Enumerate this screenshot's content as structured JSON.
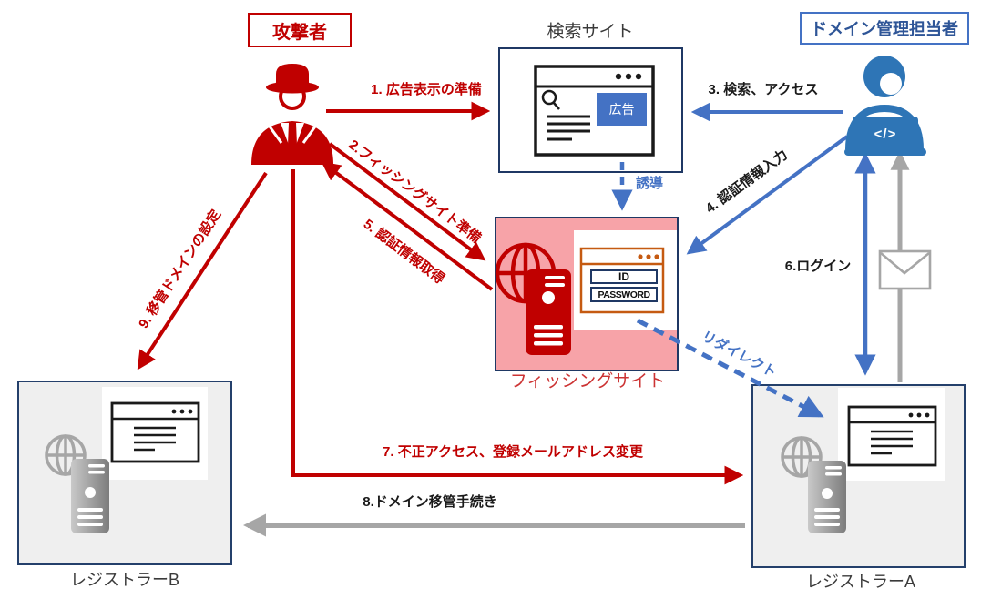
{
  "diagram_title": "phishing-domain-hijack-flow",
  "actors": {
    "attacker": {
      "label": "攻撃者"
    },
    "search_site": {
      "title": "検索サイト",
      "ad_label": "広告"
    },
    "domain_admin": {
      "label": "ドメイン管理担当者",
      "laptop_code": "</>"
    },
    "phishing_site": {
      "label": "フィッシングサイト",
      "id_field": "ID",
      "password_field": "PASSWORD"
    },
    "registrar_a": {
      "label": "レジストラーA"
    },
    "registrar_b": {
      "label": "レジストラーB"
    }
  },
  "arrows": {
    "step1": {
      "label": "1. 広告表示の準備"
    },
    "step2": {
      "label": "2.フィッシングサイト準備"
    },
    "step3": {
      "label": "3. 検索、アクセス"
    },
    "step4": {
      "label": "4. 認証情報入力"
    },
    "step5": {
      "label": "5. 認証情報取得"
    },
    "step6": {
      "label": "6.ログイン"
    },
    "step7": {
      "label": "7. 不正アクセス、登録メールアドレス変更"
    },
    "step8": {
      "label": "8.ドメイン移管手続き"
    },
    "step9": {
      "label": "9. 移管ドメインの設定"
    },
    "lure": {
      "label": "誘導"
    },
    "redirect": {
      "label": "リダイレクト"
    }
  },
  "colors": {
    "attack_red": "#C00000",
    "flow_blue": "#4472C4",
    "person_blue": "#2E75B6",
    "navy_border": "#1F3864",
    "gray_flow": "#A6A6A6",
    "phish_pink": "#F7A3A8",
    "phish_orange": "#C55A11",
    "registrar_fill": "#EFEFEF"
  }
}
